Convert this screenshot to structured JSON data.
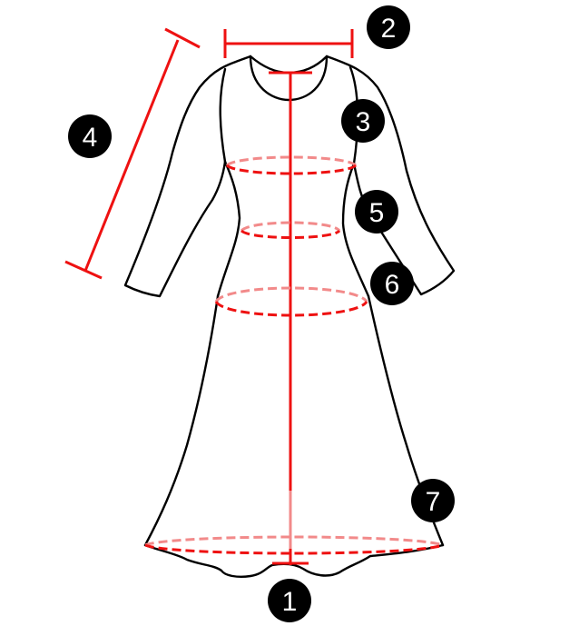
{
  "colors": {
    "background": "#ffffff",
    "outline": "#000000",
    "measure_line": "#ee1111",
    "measure_line_faint": "#f28a8a",
    "marker_fill": "#000000",
    "marker_text": "#ffffff"
  },
  "markers": [
    {
      "id": "m1",
      "label": "1"
    },
    {
      "id": "m2",
      "label": "2"
    },
    {
      "id": "m3",
      "label": "3"
    },
    {
      "id": "m4",
      "label": "4"
    },
    {
      "id": "m5",
      "label": "5"
    },
    {
      "id": "m6",
      "label": "6"
    },
    {
      "id": "m7",
      "label": "7"
    }
  ]
}
